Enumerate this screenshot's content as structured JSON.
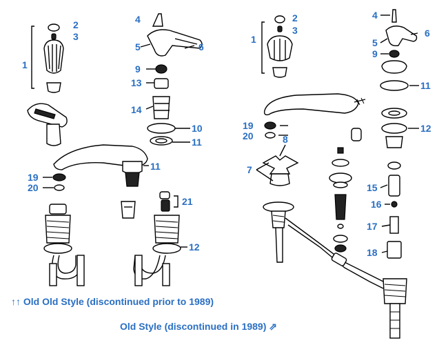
{
  "colors": {
    "label": "#2a6fc2",
    "ink": "#000000"
  },
  "labels": {
    "l_1": "1",
    "l_2": "2",
    "l_3": "3",
    "l_4": "4",
    "l_5": "5",
    "l_6": "6",
    "l_9": "9",
    "l_13": "13",
    "l_14": "14",
    "l_10": "10",
    "l_11a": "11",
    "l_11b": "11",
    "l_19": "19",
    "l_20": "20",
    "l_21": "21",
    "l_12": "12",
    "r_1": "1",
    "r_2": "2",
    "r_3": "3",
    "r_4": "4",
    "r_5": "5",
    "r_6": "6",
    "r_9": "9",
    "r_11": "11",
    "r_12": "12",
    "r_19": "19",
    "r_20": "20",
    "r_8": "8",
    "r_7": "7",
    "r_15": "15",
    "r_16": "16",
    "r_17": "17",
    "r_18": "18"
  },
  "captions": {
    "old_old_style": "Old Old Style (discontinued prior to 1989)",
    "old_old_arrows": "↑↑",
    "old_style": "Old Style (discontinued in 1989)",
    "old_style_arrows": "⇗"
  }
}
